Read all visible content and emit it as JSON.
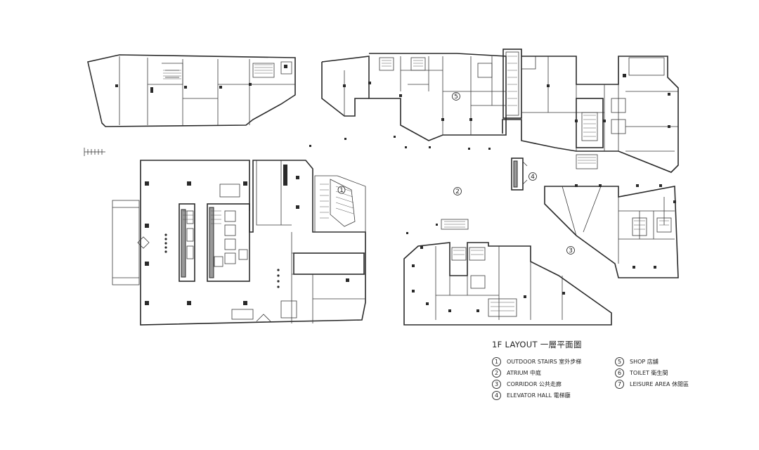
{
  "plan": {
    "title": "1F LAYOUT 一層平面圖",
    "markers": [
      {
        "num": "1"
      },
      {
        "num": "2"
      },
      {
        "num": "3"
      },
      {
        "num": "4"
      },
      {
        "num": "5"
      }
    ],
    "legend": [
      {
        "num": "1",
        "label": "OUTDOOR STAIRS 室外步梯"
      },
      {
        "num": "2",
        "label": "ATRIUM 中庭"
      },
      {
        "num": "3",
        "label": "CORRIDOR 公共走廊"
      },
      {
        "num": "4",
        "label": "ELEVATOR HALL 電梯廳"
      },
      {
        "num": "5",
        "label": "SHOP 店舖"
      },
      {
        "num": "6",
        "label": "TOILET 衛生間"
      },
      {
        "num": "7",
        "label": "LEISURE AREA 休閒區"
      }
    ]
  }
}
